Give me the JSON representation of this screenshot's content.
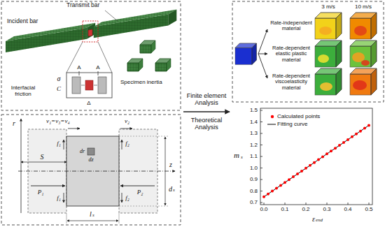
{
  "diagram": {
    "labels": [
      "Transmit bar",
      "Incident bar",
      "Specimen inertia",
      "Interfacial friction",
      "σ",
      "C",
      "A",
      "A",
      "Δ",
      "r",
      "z",
      "v₁=v₃=v₄",
      "v₂",
      "S",
      "P₁",
      "P₂",
      "f₁",
      "f₁",
      "f₂",
      "f₂",
      "dr",
      "dz",
      "d",
      "s",
      "l",
      "s",
      "Finite element Analysis",
      "Theoretical Analysis",
      "3 m/s",
      "10 m/s",
      "Rate-independent material",
      "Rate-dependent elastic plastic material",
      "Rate-dependent viscoelasticity material",
      "m",
      "s",
      "ε",
      "end",
      "0.7",
      "0.8",
      "0.9",
      "1.0",
      "1.1",
      "1.2",
      "1.3",
      "1.4",
      "1.5",
      "0.0",
      "0.1",
      "0.2",
      "0.3",
      "0.4",
      "0.5"
    ],
    "legend": [
      {
        "text": "Calculated points"
      },
      {
        "text": "Fitting curve"
      }
    ]
  }
}
